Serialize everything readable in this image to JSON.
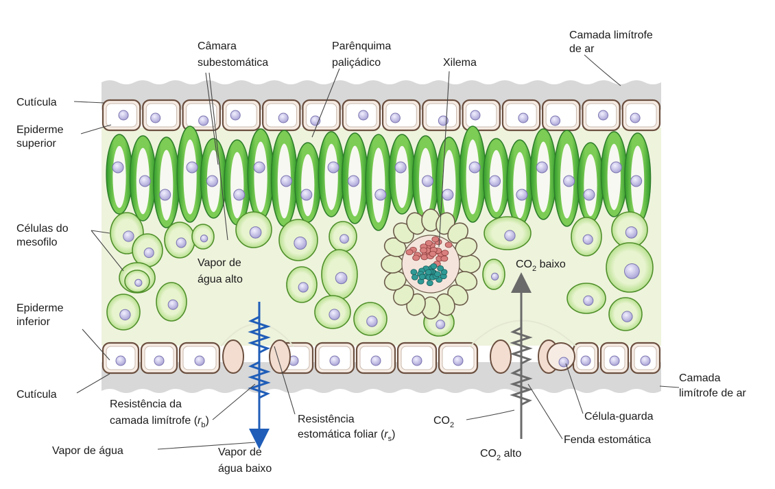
{
  "labels": {
    "cuticula_top": "Cutícula",
    "epiderme_superior_1": "Epiderme",
    "epiderme_superior_2": "superior",
    "celulas_mesofilo_1": "Células do",
    "celulas_mesofilo_2": "mesofilo",
    "epiderme_inferior_1": "Epiderme",
    "epiderme_inferior_2": "inferior",
    "cuticula_bottom": "Cutícula",
    "camara_1": "Câmara",
    "camara_2": "subestomática",
    "parenquima_1": "Parênquima",
    "parenquima_2": "paliçádico",
    "xilema": "Xilema",
    "camada_top_1": "Camada limítrofe",
    "camada_top_2": "de ar",
    "vapor_alto_1": "Vapor de",
    "vapor_alto_2": "água alto",
    "co2_baixo_a": "CO",
    "co2_baixo_sub": "2",
    "co2_baixo_b": " baixo",
    "camada_bottom_1": "Camada",
    "camada_bottom_2": "limítrofe de ar",
    "resist_camada_1": "Resistência da",
    "resist_camada_2a": "camada limítrofe (",
    "resist_camada_r": "r",
    "resist_camada_sub": "b",
    "resist_camada_2b": ")",
    "resist_estom_1": "Resistência",
    "resist_estom_2a": "estomática foliar (",
    "resist_estom_r": "r",
    "resist_estom_sub": "s",
    "resist_estom_2b": ")",
    "co2_a": "CO",
    "co2_sub": "2",
    "celula_guarda": "Célula-guarda",
    "vapor_agua": "Vapor de água",
    "vapor_baixo_1": "Vapor de",
    "vapor_baixo_2": "água baixo",
    "co2_alto_a": "CO",
    "co2_alto_sub": "2",
    "co2_alto_b": " alto",
    "fenda": "Fenda estomática"
  },
  "colors": {
    "mesophyll_bg": "#eef3dc",
    "boundary_layer": "#d8d8d8",
    "palisade_green": "#5cb83c",
    "spongy_fill": "#dcecb4",
    "epidermis_fill": "#f2ddd0",
    "nucleus": "#b8b4dc",
    "xylem": "#d9807f",
    "phloem": "#2f9a96",
    "water_arrow": "#1f5db8",
    "co2_arrow": "#6a6a6a"
  }
}
